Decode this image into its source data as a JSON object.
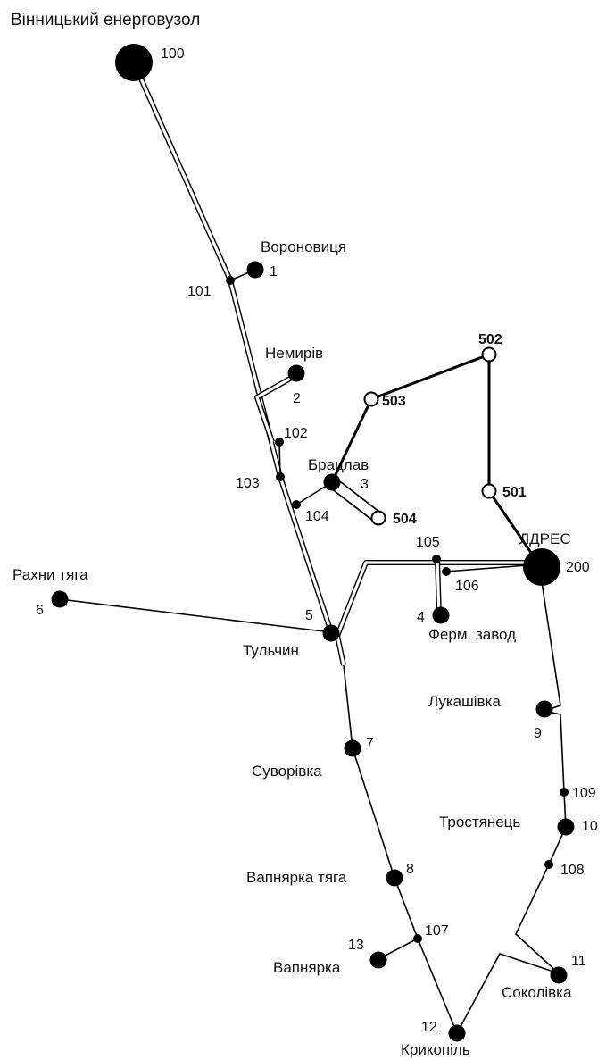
{
  "title": "Вінницький енерговузол",
  "nodes": {
    "n100": {
      "num": "100"
    },
    "n1": {
      "num": "1",
      "name": "Вороновиця"
    },
    "n101": {
      "num": "101"
    },
    "n2": {
      "num": "2",
      "name": "Немирів"
    },
    "n102": {
      "num": "102"
    },
    "n103": {
      "num": "103"
    },
    "n3": {
      "num": "3",
      "name": "Брацлав"
    },
    "n104": {
      "num": "104"
    },
    "n502": {
      "num": "502"
    },
    "n503": {
      "num": "503"
    },
    "n501": {
      "num": "501"
    },
    "n504": {
      "num": "504"
    },
    "n200": {
      "num": "200",
      "name": "ЛДРЕС"
    },
    "n105": {
      "num": "105"
    },
    "n106": {
      "num": "106"
    },
    "n4": {
      "num": "4",
      "name": "Ферм. завод"
    },
    "n6": {
      "num": "6",
      "name": "Рахни тяга"
    },
    "n5": {
      "num": "5",
      "name": "Тульчин"
    },
    "n9": {
      "num": "9",
      "name": "Лукашівка"
    },
    "n7": {
      "num": "7",
      "name": "Суворівка"
    },
    "n109": {
      "num": "109"
    },
    "n10": {
      "num": "10",
      "name": "Тростянець"
    },
    "n108": {
      "num": "108"
    },
    "n8": {
      "num": "8",
      "name": "Вапнярка тяга"
    },
    "n107": {
      "num": "107"
    },
    "n13": {
      "num": "13",
      "name": "Вапнярка"
    },
    "n11": {
      "num": "11",
      "name": "Соколівка"
    },
    "n12": {
      "num": "12",
      "name": "Крикопіль"
    }
  }
}
